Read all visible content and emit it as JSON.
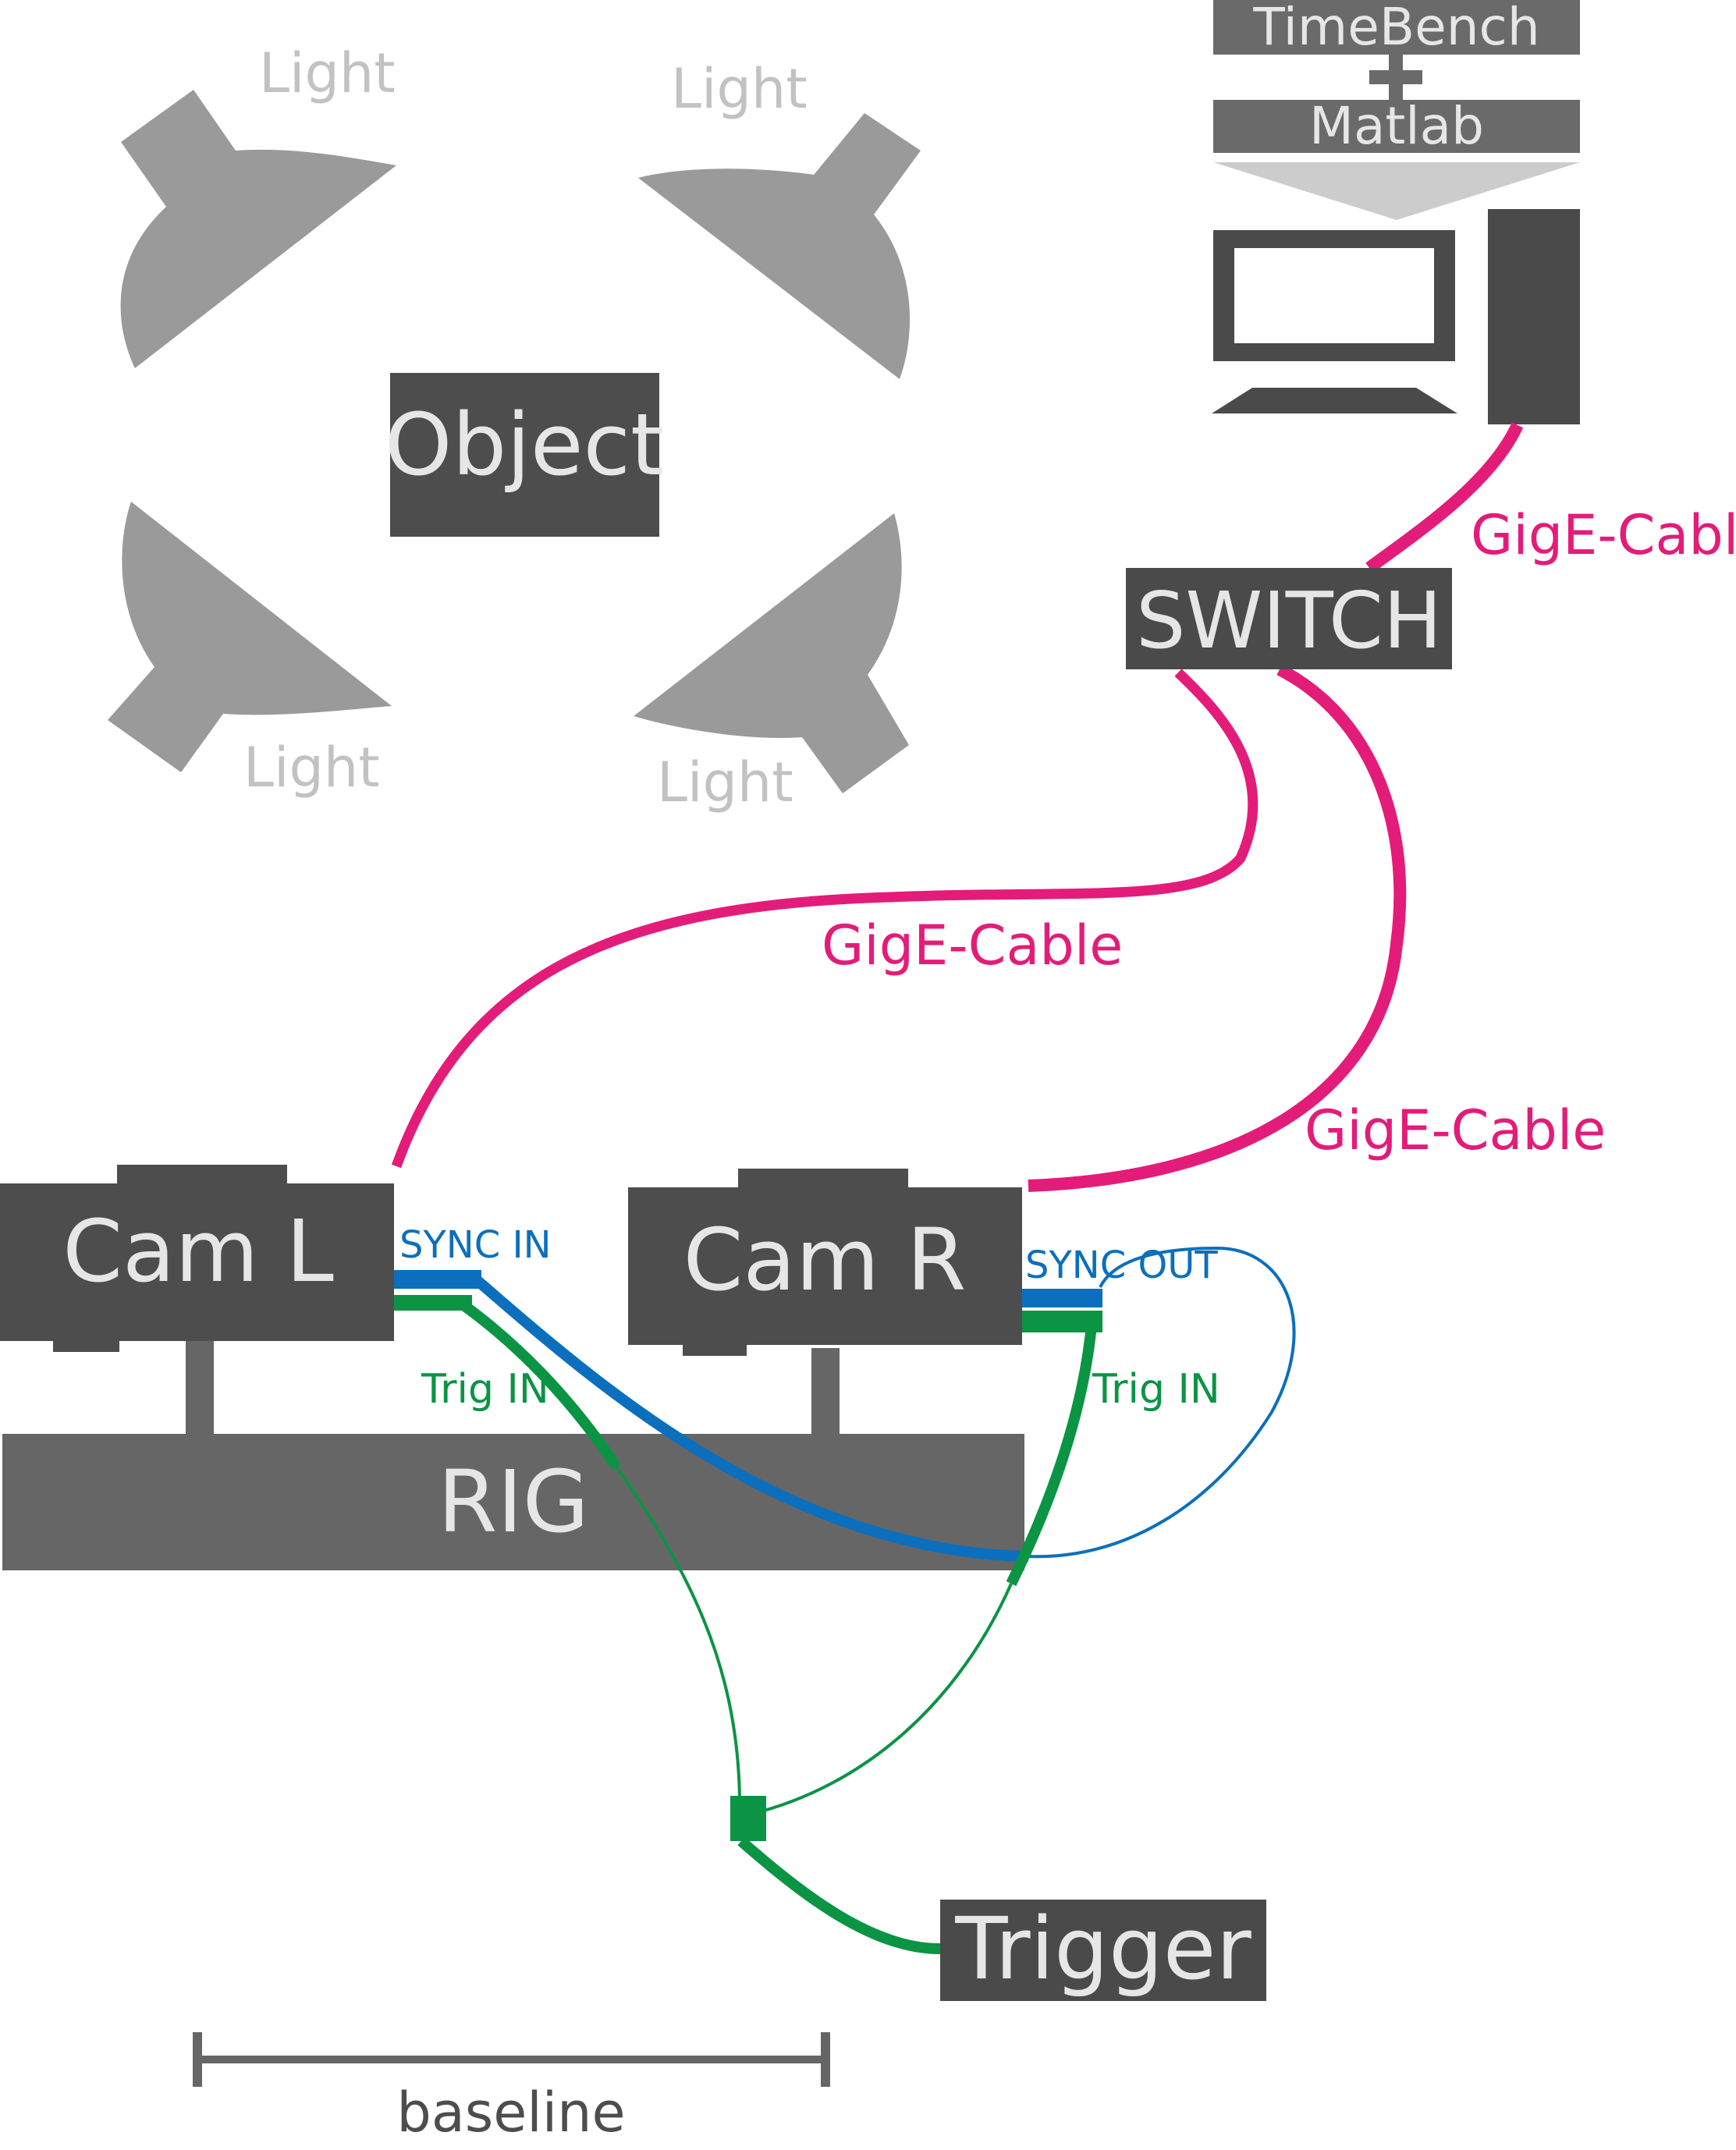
{
  "colors": {
    "box": "#4d4d4d",
    "box_dark": "#4a4a4a",
    "box_mid": "#6a6a6a",
    "box_text": "#e6e6e6",
    "light_shape": "#9a9a9a",
    "light_text": "#c2c2c2",
    "arrow": "#cccccc",
    "gige": "#e31c79",
    "sync": "#0b6fbd",
    "trig": "#0b9444",
    "rig": "#666666",
    "baseline": "#666666",
    "baseline_text": "#4d4d4d"
  },
  "lights": {
    "top_left": "Light",
    "top_right": "Light",
    "bottom_left": "Light",
    "bottom_right": "Light"
  },
  "object_label": "Object",
  "software": {
    "top_label": "TimeBench",
    "bottom_label": "Matlab",
    "join_symbol": "+"
  },
  "computer": {
    "monitor_icon": "monitor-icon",
    "keyboard_icon": "keyboard-icon",
    "tower_icon": "pc-tower-icon"
  },
  "switch_label": "SWITCH",
  "cables": {
    "pc_switch": "GigE-Cable",
    "switch_cam_l": "GigE-Cable",
    "switch_cam_r": "GigE-Cable"
  },
  "cameras": {
    "left": {
      "label": "Cam L",
      "sync_label": "SYNC IN",
      "trig_label": "Trig IN"
    },
    "right": {
      "label": "Cam R",
      "sync_label": "SYNC OUT",
      "trig_label": "Trig IN"
    }
  },
  "rig_label": "RIG",
  "trigger_label": "Trigger",
  "baseline_label": "baseline"
}
